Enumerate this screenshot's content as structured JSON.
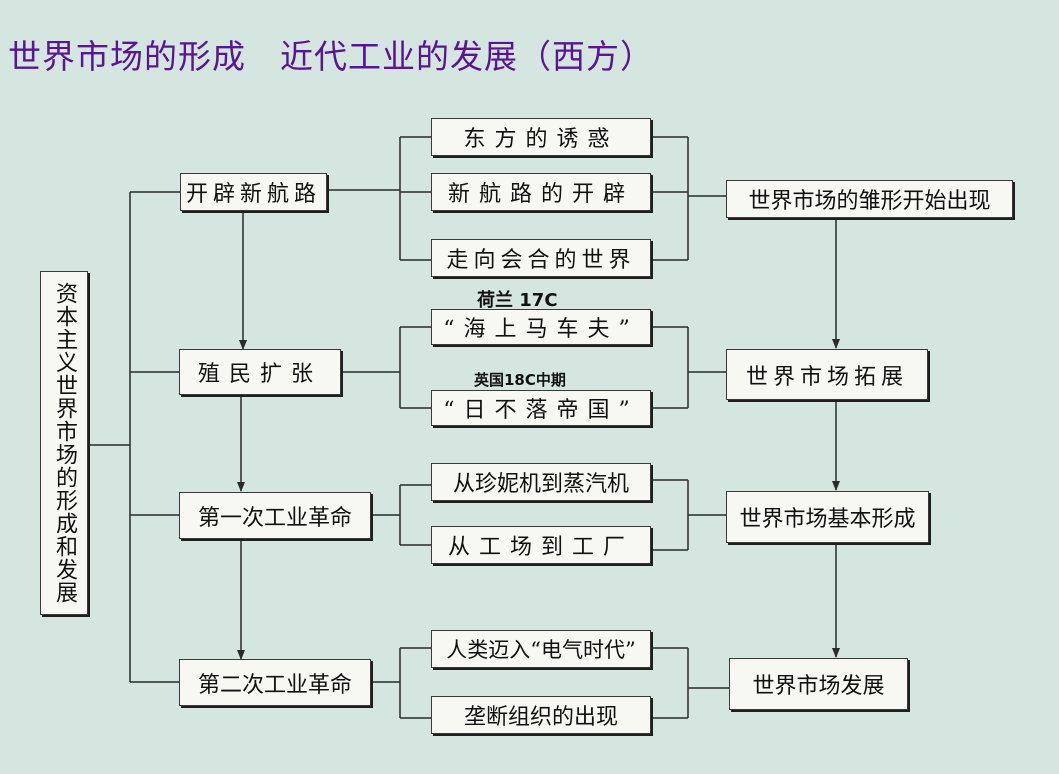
{
  "title": "世界市场的形成　近代工业的发展（西方）",
  "root": "资本主义世界市场的形成和发展",
  "main_topics": [
    "开辟新航路",
    "殖民扩张",
    "第一次工业革命",
    "第二次工业革命"
  ],
  "subtopics": {
    "navigation": [
      "东方的诱惑",
      "新航路的开辟",
      "走向会合的世界"
    ],
    "colonial": [
      "“海上马车夫”",
      "“日不落帝国”"
    ],
    "industrial_1": [
      "从珍妮机到蒸汽机",
      "从工场到工厂"
    ],
    "industrial_2": [
      "人类迈入“电气时代”",
      "垄断组织的出现"
    ]
  },
  "annotations": {
    "netherlands": "荷兰 17C",
    "britain": "英国18C中期"
  },
  "stages": [
    "世界市场的雏形开始出现",
    "世界市场拓展",
    "世界市场基本形成",
    "世界市场发展"
  ],
  "colors": {
    "title": "#5a1494",
    "background": "#d5e6e0",
    "line": "#2a2a2a"
  }
}
